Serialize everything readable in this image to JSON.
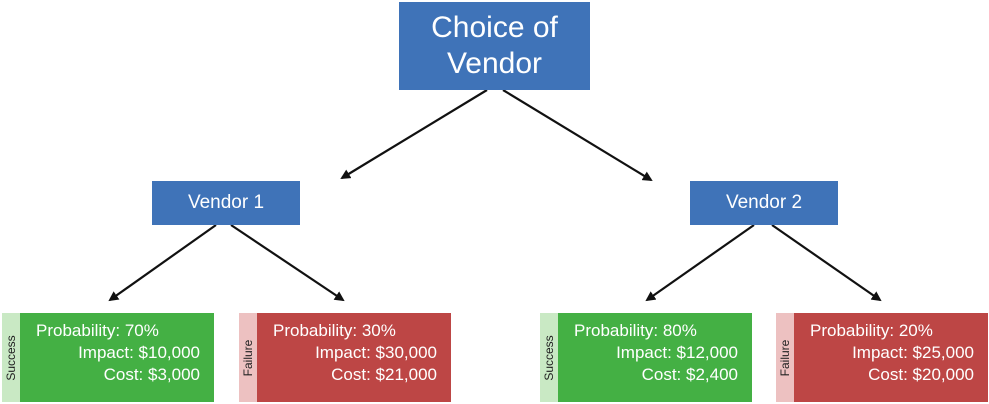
{
  "root": {
    "label_line1": "Choice of",
    "label_line2": "Vendor"
  },
  "vendors": [
    {
      "label": "Vendor 1"
    },
    {
      "label": "Vendor 2"
    }
  ],
  "outcomes": [
    {
      "tag": "Success",
      "probability": "Probability: 70%",
      "impact": "Impact: $10,000",
      "cost": "Cost: $3,000"
    },
    {
      "tag": "Failure",
      "probability": "Probability: 30%",
      "impact": "Impact: $30,000",
      "cost": "Cost: $21,000"
    },
    {
      "tag": "Success",
      "probability": "Probability: 80%",
      "impact": "Impact: $12,000",
      "cost": "Cost: $2,400"
    },
    {
      "tag": "Failure",
      "probability": "Probability: 20%",
      "impact": "Impact: $25,000",
      "cost": "Cost: $20,000"
    }
  ],
  "colors": {
    "node_blue": "#3f73b8",
    "success_green": "#44b044",
    "failure_red": "#bd4645"
  }
}
